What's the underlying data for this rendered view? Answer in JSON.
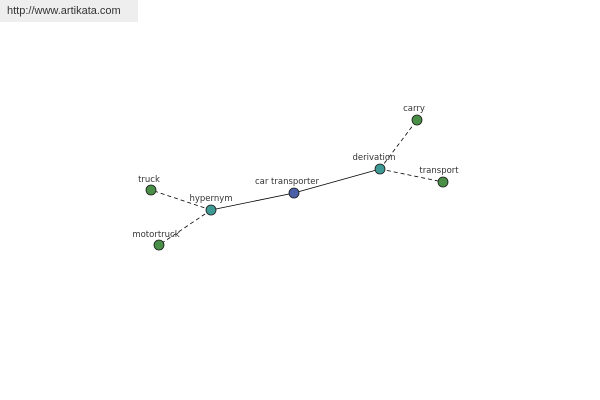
{
  "site_url": "http://www.artikata.com",
  "colors": {
    "center_node": "#4b5fa6",
    "relation_node": "#3f9a96",
    "leaf_node": "#4a8f47",
    "edge": "#000000",
    "node_stroke": "#1a1a1a"
  },
  "nodes": {
    "center": {
      "label": "car transporter",
      "kind": "center"
    },
    "hypernym": {
      "label": "hypernym",
      "kind": "relation"
    },
    "derivation": {
      "label": "derivation",
      "kind": "relation"
    },
    "truck": {
      "label": "truck",
      "kind": "leaf"
    },
    "motortruck": {
      "label": "motortruck",
      "kind": "leaf"
    },
    "carry": {
      "label": "carry",
      "kind": "leaf"
    },
    "transport": {
      "label": "transport",
      "kind": "leaf"
    }
  },
  "edges": [
    {
      "from": "center",
      "to": "hypernym",
      "style": "solid"
    },
    {
      "from": "center",
      "to": "derivation",
      "style": "solid"
    },
    {
      "from": "hypernym",
      "to": "truck",
      "style": "dashed"
    },
    {
      "from": "hypernym",
      "to": "motortruck",
      "style": "dashed"
    },
    {
      "from": "derivation",
      "to": "carry",
      "style": "dashed"
    },
    {
      "from": "derivation",
      "to": "transport",
      "style": "dashed"
    }
  ]
}
